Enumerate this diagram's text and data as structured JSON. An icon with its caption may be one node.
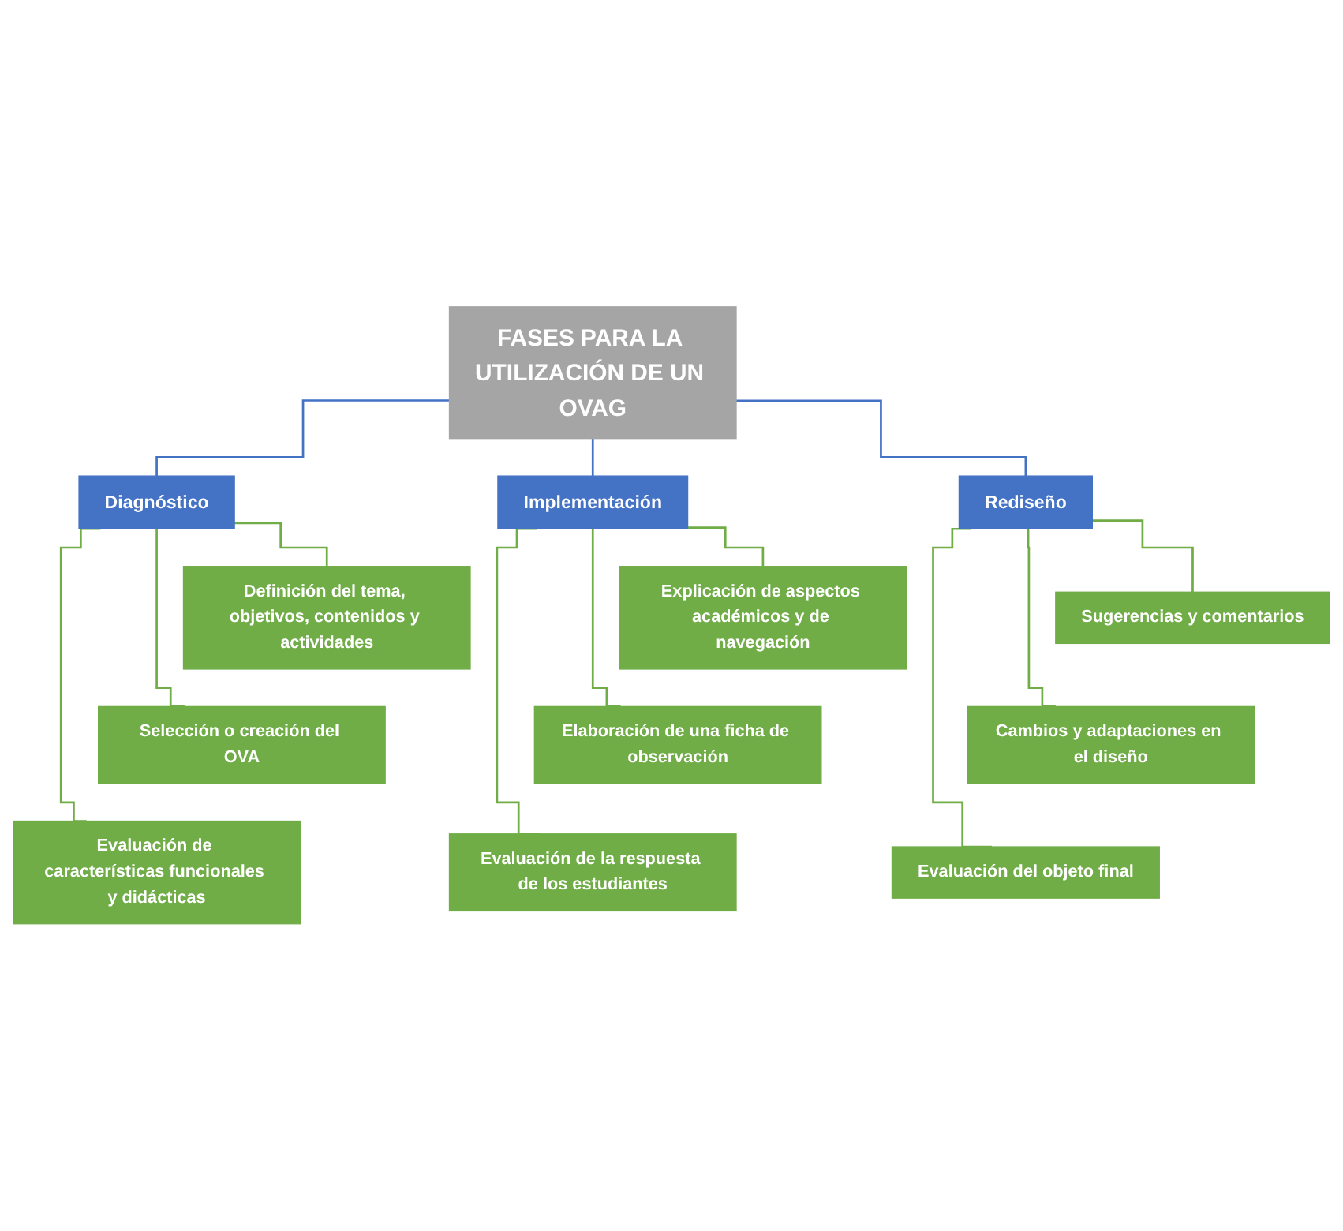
{
  "diagram": {
    "nodes": [
      {
        "text": [
          "FASES PARA LA UTILIZACIÓN DE UN OVAG"
        ]
      },
      {
        "text": [
          "Diagnóstico"
        ]
      },
      {
        "text": [
          "Implementación"
        ]
      },
      {
        "text": [
          "Rediseño"
        ]
      },
      {
        "text": [
          "Definición del tema, objetivos, contenidos y actividades"
        ]
      },
      {
        "text": [
          "Selección o creación del OVA"
        ]
      },
      {
        "text": [
          "Evaluación de características funcionales y didácticas"
        ]
      },
      {
        "text": [
          "Explicación de aspectos académicos y de navegación"
        ]
      },
      {
        "text": [
          "Elaboración de una ficha de observación"
        ]
      },
      {
        "text": [
          "Evaluación de la respuesta de los estudiantes"
        ]
      },
      {
        "text": [
          "Sugerencias y comentarios"
        ]
      },
      {
        "text": [
          "Cambios y adaptaciones en el diseño"
        ]
      },
      {
        "text": [
          "Evaluación del objeto final"
        ]
      }
    ],
    "edges": [
      {
        "from": 0,
        "to": 1,
        "arrow": "none",
        "color": "#4472c4"
      },
      {
        "from": 0,
        "to": 2,
        "arrow": "none",
        "color": "#4472c4"
      },
      {
        "from": 0,
        "to": 3,
        "arrow": "none",
        "color": "#4472c4"
      },
      {
        "from": 1,
        "to": 4,
        "arrow": "none"
      },
      {
        "from": 1,
        "to": 5,
        "arrow": "none"
      },
      {
        "from": 1,
        "to": 6,
        "arrow": "none"
      },
      {
        "from": 2,
        "to": 7,
        "arrow": "none"
      },
      {
        "from": 2,
        "to": 8,
        "arrow": "none"
      },
      {
        "from": 2,
        "to": 9,
        "arrow": "none"
      },
      {
        "from": 3,
        "to": 10,
        "arrow": "none"
      },
      {
        "from": 3,
        "to": 11,
        "arrow": "none"
      },
      {
        "from": 3,
        "to": 12,
        "arrow": "none"
      }
    ]
  }
}
